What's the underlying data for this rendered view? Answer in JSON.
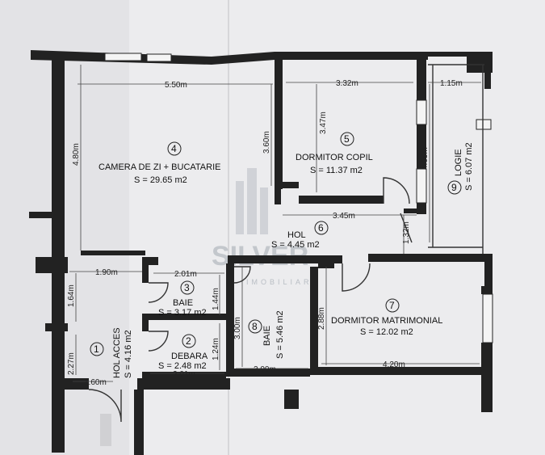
{
  "rooms": [
    {
      "num": "4",
      "name": "CAMERA DE ZI + BUCATARIE",
      "area": "S = 29.65 m2"
    },
    {
      "num": "5",
      "name": "DORMITOR  COPIL",
      "area": "S = 11.37 m2"
    },
    {
      "num": "6",
      "name": "HOL",
      "area": "S = 4.45 m2"
    },
    {
      "num": "9",
      "name": "LOGIE",
      "area": "S = 6.07 m2"
    },
    {
      "num": "3",
      "name": "BAIE",
      "area": "S = 3.17 m2"
    },
    {
      "num": "2",
      "name": "DEBARA",
      "area": "S = 2.48 m2"
    },
    {
      "num": "8",
      "name": "BAIE",
      "area": "S = 5.46 m2"
    },
    {
      "num": "7",
      "name": "DORMITOR  MATRIMONIAL",
      "area": "S = 12.02 m2"
    },
    {
      "num": "1",
      "name": "HOL ACCES",
      "area": "S = 4.16 m2"
    }
  ],
  "dimensions": {
    "d_5_50": "5.50m",
    "d_3_32": "3.32m",
    "d_1_15": "1.15m",
    "d_4_80": "4.80m",
    "d_3_60": "3.60m",
    "d_3_47": "3.47m",
    "d_4_65": "4.65m",
    "d_3_45": "3.45m",
    "d_1_32": "1.32m",
    "d_1_90": "1.90m",
    "d_2_01_top": "2.01m",
    "d_1_64": "1.64m",
    "d_1_44": "1.44m",
    "d_3_00": "3.00m",
    "d_2_88": "2.88m",
    "d_1_24": "1.24m",
    "d_2_27": "2.27m",
    "d_1_60": "1.60m",
    "d_2_01_bottom": "2.01m",
    "d_2_00": "2.00m",
    "d_4_20": "4.20m"
  },
  "watermark": {
    "brand": "SILVER",
    "sub": "IMOBILIARE"
  }
}
